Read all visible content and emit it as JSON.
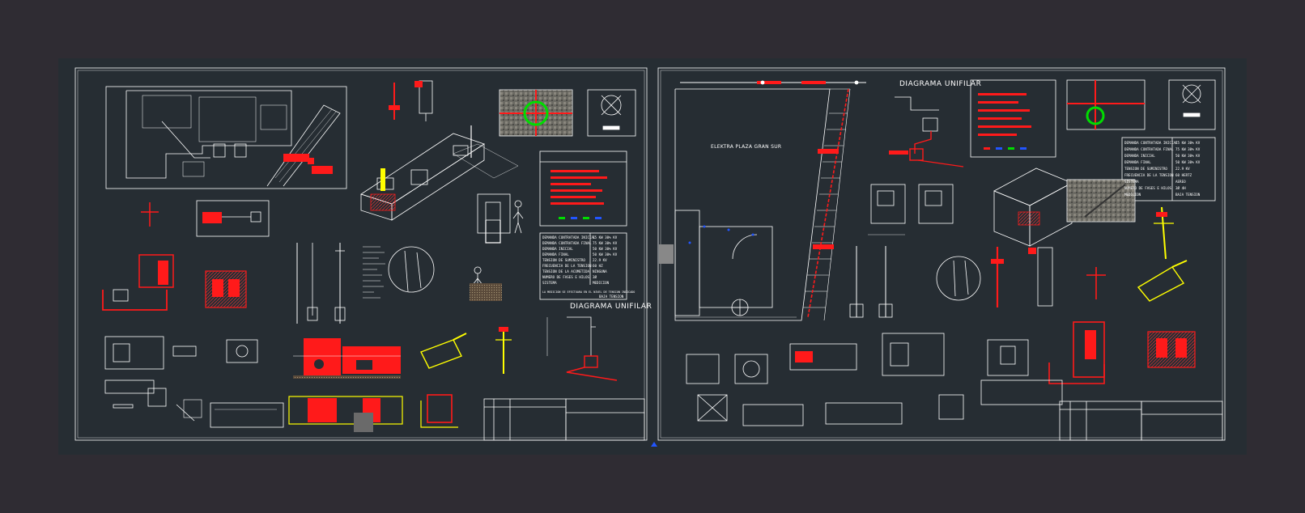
{
  "colors": {
    "background": "#2f2c33",
    "drawing_area": "#262d33",
    "line": "#ffffff",
    "accent_red": "#ff1a1a",
    "accent_yellow": "#ffff00",
    "accent_green": "#00dd00",
    "accent_blue": "#2255ff"
  },
  "sheet_left": {
    "diagram_title": "DIAGRAMA UNIFILAR",
    "spec_rows": [
      "DEMANDA CONTRATADA INICIAL",
      "DEMANDA CONTRATADA FINAL",
      "DEMANDA INICIAL",
      "DEMANDA FINAL",
      "TENSION DE SUMINISTRO",
      "FRECUENCIA DE LA TENSION",
      "TENSION DE LA ACOMETIDA",
      "NUMERO DE FASES E HILOS",
      "SISTEMA"
    ],
    "spec_values": [
      "75 KW 30% KV",
      "75 KW 30% KV",
      "50 KW 30% KV",
      "50 KW 30% KV",
      "22.9 KV",
      "60 HZ",
      "NINGUNA",
      "3Ø",
      "MEDICION"
    ],
    "spec_footer": "LA MEDICION SE EFECTUARA EN EL NIVEL DE TENSION INDICADO",
    "spec_footer_value": "BAJA TENSION"
  },
  "sheet_right": {
    "diagram_title": "DIAGRAMA UNIFILAR",
    "site_label": "ELEKTRA PLAZA GRAN SUR",
    "spec_rows": [
      "DEMANDA CONTRATADA INICIAL",
      "DEMANDA CONTRATADA FINAL",
      "DEMANDA INICIAL",
      "DEMANDA FINAL",
      "TENSION DE SUMINISTRO",
      "FRECUENCIA DE LA TENSION",
      "SISTEMA",
      "NUMERO DE FASES E HILOS",
      "MEDICION"
    ],
    "spec_values": [
      "75 KW 30% KV",
      "75 KW 30% KV",
      "50 KW 30% KV",
      "50 KW 30% KV",
      "22.9 KV",
      "60 HERTZ",
      "AEREO",
      "3Ø 4H",
      "BAJA TENSION"
    ]
  }
}
